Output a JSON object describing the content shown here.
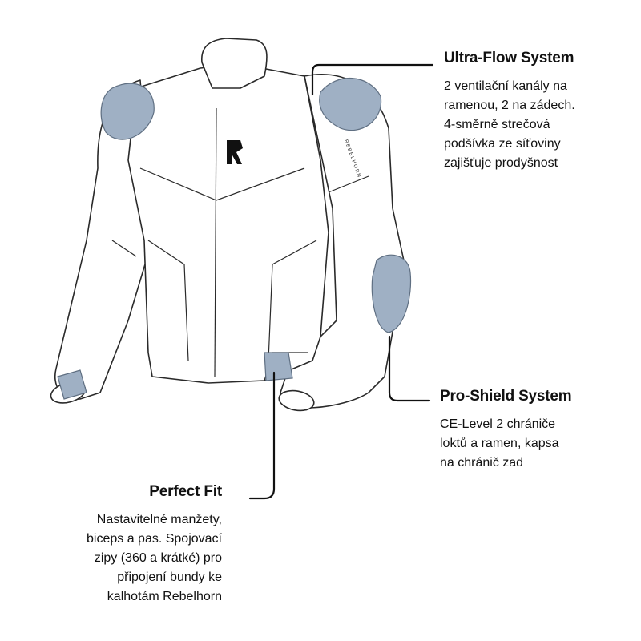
{
  "callouts": {
    "ultra_flow": {
      "title": "Ultra-Flow System",
      "lines": [
        "2 ventilační kanály na",
        "ramenou, 2 na zádech.",
        "4-směrně strečová",
        "podšívka ze síťoviny",
        "zajišťuje prodyšnost"
      ]
    },
    "pro_shield": {
      "title": "Pro-Shield System",
      "lines": [
        "CE-Level 2 chrániče",
        "loktů a ramen, kapsa",
        "na chránič zad"
      ]
    },
    "perfect_fit": {
      "title": "Perfect Fit",
      "lines": [
        "Nastavitelné manžety,",
        "biceps a pas. Spojovací",
        "zipy (360 a krátké) pro",
        "připojení bundy ke",
        "kalhotám Rebelhorn"
      ]
    }
  },
  "jacket": {
    "sleeve_label": "REBELHORN"
  },
  "colors": {
    "protector": "#9fb0c4",
    "outline": "#2a2a2a",
    "text": "#111111"
  }
}
